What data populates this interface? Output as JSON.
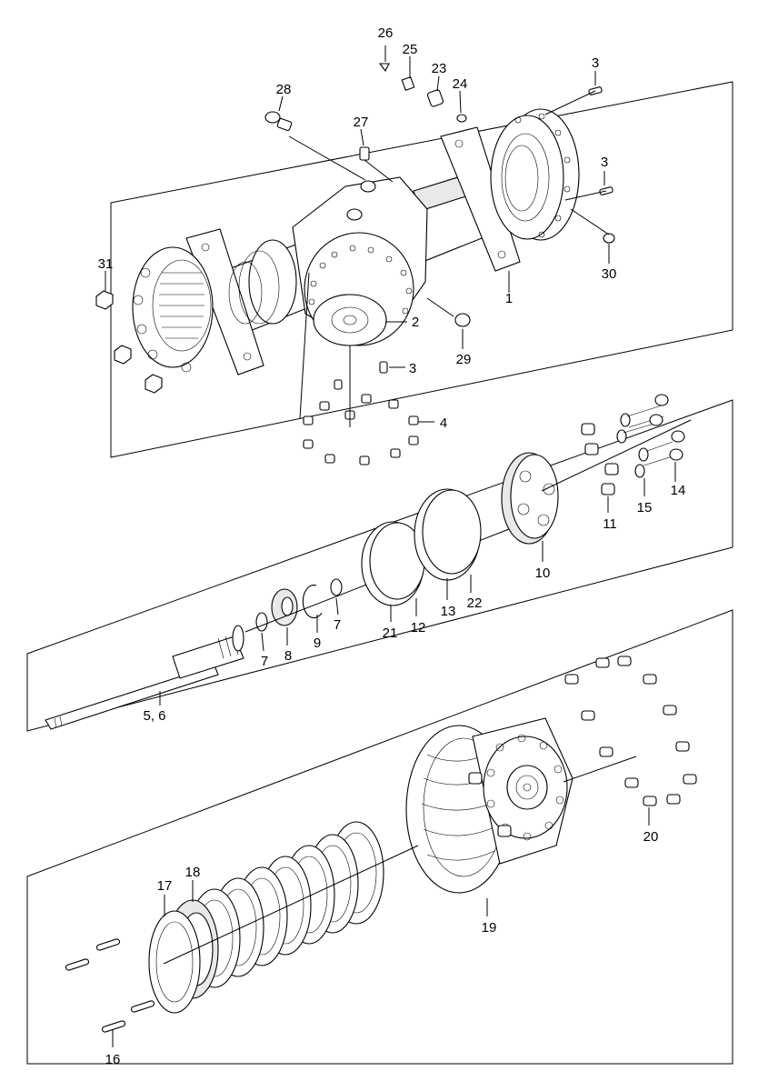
{
  "callouts": [
    {
      "id": "c26",
      "text": "26"
    },
    {
      "id": "c25",
      "text": "25"
    },
    {
      "id": "c23",
      "text": "23"
    },
    {
      "id": "c24",
      "text": "24"
    },
    {
      "id": "c3a",
      "text": "3"
    },
    {
      "id": "c28",
      "text": "28"
    },
    {
      "id": "c27",
      "text": "27"
    },
    {
      "id": "c3b",
      "text": "3"
    },
    {
      "id": "c30",
      "text": "30"
    },
    {
      "id": "c31",
      "text": "31"
    },
    {
      "id": "c1",
      "text": "1"
    },
    {
      "id": "c2",
      "text": "2"
    },
    {
      "id": "c29",
      "text": "29"
    },
    {
      "id": "c3c",
      "text": "3"
    },
    {
      "id": "c4",
      "text": "4"
    },
    {
      "id": "c14",
      "text": "14"
    },
    {
      "id": "c15",
      "text": "15"
    },
    {
      "id": "c11",
      "text": "11"
    },
    {
      "id": "c10",
      "text": "10"
    },
    {
      "id": "c22",
      "text": "22"
    },
    {
      "id": "c13",
      "text": "13"
    },
    {
      "id": "c12",
      "text": "12"
    },
    {
      "id": "c21",
      "text": "21"
    },
    {
      "id": "c7a",
      "text": "7"
    },
    {
      "id": "c9",
      "text": "9"
    },
    {
      "id": "c8",
      "text": "8"
    },
    {
      "id": "c7b",
      "text": "7"
    },
    {
      "id": "c56",
      "text": "5, 6"
    },
    {
      "id": "c20",
      "text": "20"
    },
    {
      "id": "c19",
      "text": "19"
    },
    {
      "id": "c17",
      "text": "17"
    },
    {
      "id": "c18",
      "text": "18"
    },
    {
      "id": "c16",
      "text": "16"
    }
  ]
}
